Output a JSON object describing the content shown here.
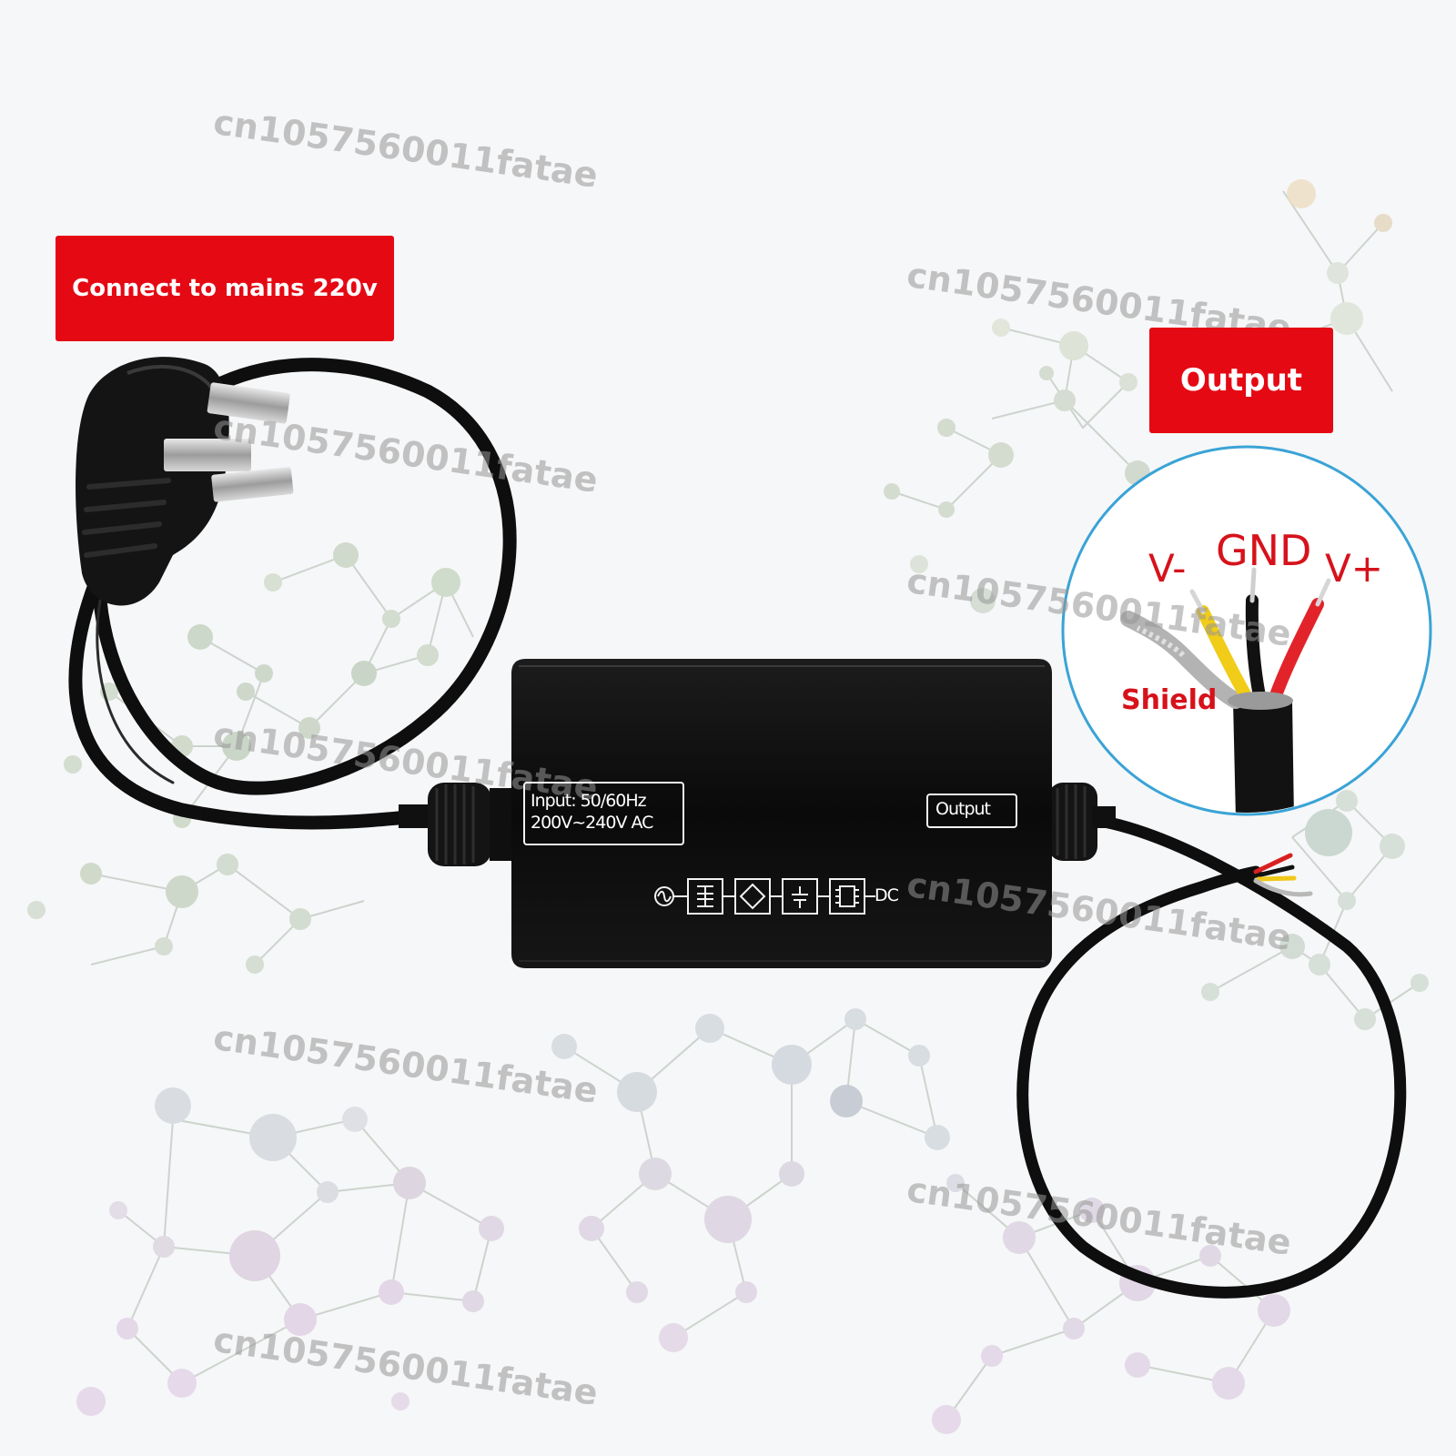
{
  "labels": {
    "mains": "Connect to mains 220v",
    "output": "Output"
  },
  "device_panel": {
    "input_line1": "Input: 50/60Hz",
    "input_line2": "200V~240V AC",
    "output": "Output",
    "dc": "DC"
  },
  "wire_callout": {
    "v_minus": "V-",
    "gnd": "GND",
    "v_plus": "V+",
    "shield": "Shield"
  },
  "watermark": "cn1057560011fatae",
  "colors": {
    "label_red": "#e50914",
    "wire_red": "#e3232a",
    "wire_yellow": "#f1cc18",
    "wire_black": "#111111",
    "device_black": "#0b0b0b",
    "callout_circle": "#3aa3d6"
  }
}
